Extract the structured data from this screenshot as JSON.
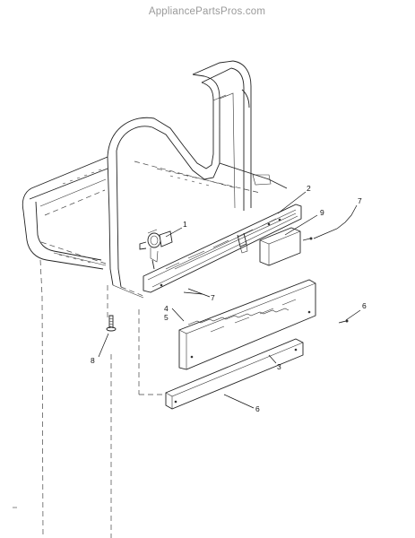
{
  "watermark": "AppliancePartsPros.com",
  "callouts": {
    "c1": "1",
    "c2": "2",
    "c3": "3",
    "c4": "4",
    "c5": "5",
    "c6a": "6",
    "c6b": "6",
    "c7a": "7",
    "c7b": "7",
    "c8": "8",
    "c9": "9"
  }
}
